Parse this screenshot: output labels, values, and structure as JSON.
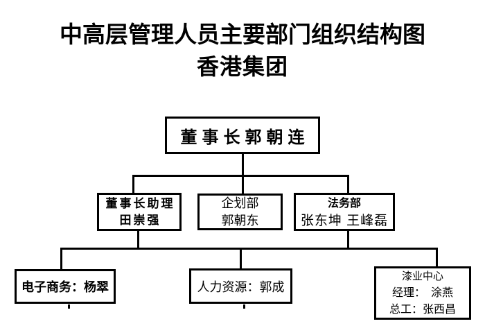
{
  "title": {
    "line1": "中高层管理人员主要部门组织结构图",
    "line2": "香港集团"
  },
  "org": {
    "chairman": {
      "label": "董事长郭朝连"
    },
    "assistant": {
      "line1": "董事长助理",
      "line2": "田崇强"
    },
    "planning": {
      "line1": "企划部",
      "line2": "郭朝东"
    },
    "legal": {
      "line1": "法务部",
      "line2": "张东坤 王峰磊"
    },
    "ecommerce": {
      "label": "电子商务：杨翠"
    },
    "hr": {
      "label": "人力资源：郭成"
    },
    "paint": {
      "line1": "漆业中心",
      "line2": "经理：　涂燕",
      "line3": "总工：张西昌"
    }
  },
  "edges": [
    {
      "from": "chairman",
      "to": [
        "assistant",
        "planning",
        "legal"
      ]
    },
    {
      "from": [
        "assistant",
        "legal"
      ],
      "to": [
        "ecommerce",
        "hr",
        "paint"
      ]
    }
  ],
  "colors": {
    "line": "#000000",
    "text": "#000000",
    "background": "#ffffff"
  }
}
